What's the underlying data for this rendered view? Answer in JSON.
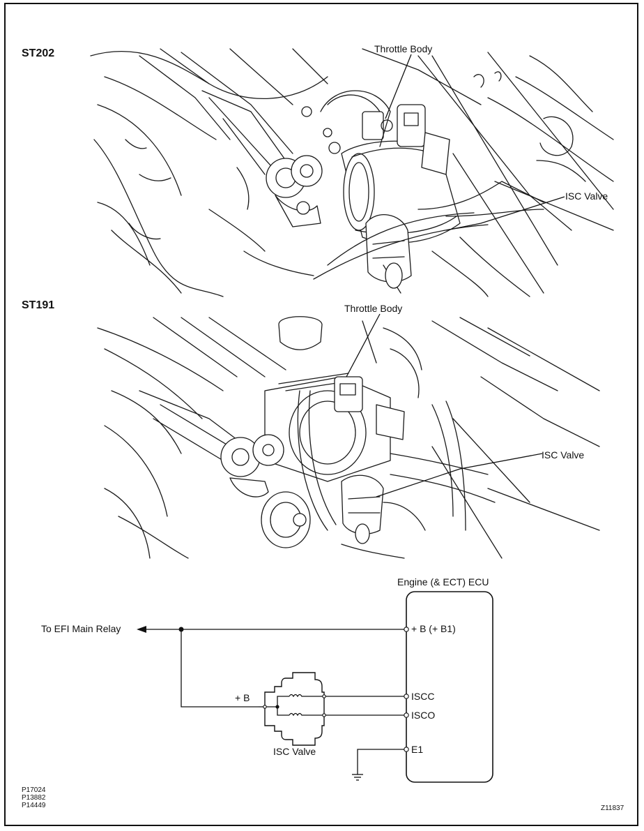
{
  "top_code": "",
  "sections": {
    "st202": {
      "title": "ST202",
      "throttle_body_label": "Throttle Body",
      "isc_valve_label": "ISC Valve"
    },
    "st191": {
      "title": "ST191",
      "throttle_body_label": "Throttle Body",
      "isc_valve_label": "ISC Valve"
    }
  },
  "circuit": {
    "ecu_label": "Engine (& ECT) ECU",
    "efi_relay_label": "To EFI Main Relay",
    "pins": {
      "b": "+ B (+ B1)",
      "iscc": "ISCC",
      "isco": "ISCO",
      "e1": "E1"
    },
    "valve_plus_b": "+ B",
    "valve_label": "ISC Valve"
  },
  "references": "P17024\nP13882\nP14449",
  "figure_code": "Z11837"
}
